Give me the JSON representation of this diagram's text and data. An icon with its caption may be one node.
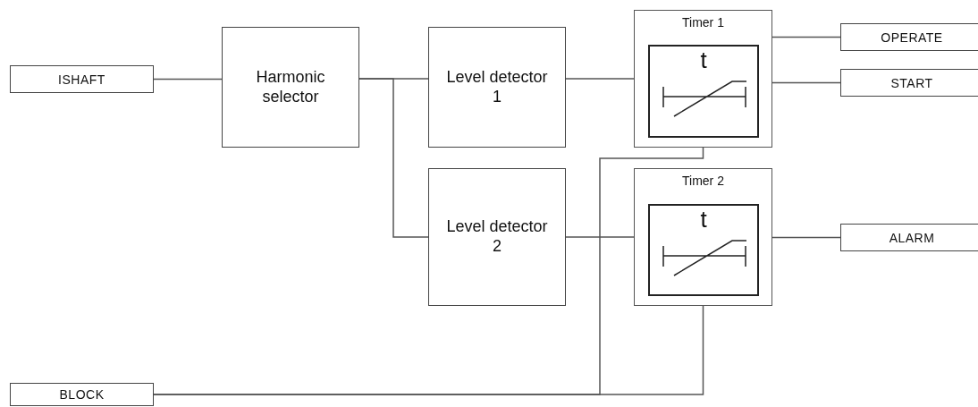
{
  "diagram": {
    "nodes": [
      {
        "text": [
          "ISHAFT"
        ]
      },
      {
        "text": [
          "Harmonic selector"
        ]
      },
      {
        "text": [
          "Level detector 1"
        ]
      },
      {
        "text": [
          "Level detector 2"
        ]
      },
      {
        "text": [
          "Timer 1"
        ]
      },
      {
        "text": [
          "t"
        ],
        "in": 4
      },
      {
        "text": [
          "Timer 2"
        ]
      },
      {
        "text": [
          "t"
        ],
        "in": 6
      },
      {
        "text": [
          "OPERATE"
        ]
      },
      {
        "text": [
          "START"
        ]
      },
      {
        "text": [
          "ALARM"
        ]
      },
      {
        "text": [
          "BLOCK"
        ]
      }
    ],
    "edges": [
      {
        "from": 0,
        "to": 1,
        "arrow": "none"
      },
      {
        "from": 1,
        "to": 2,
        "arrow": "none"
      },
      {
        "from": 1,
        "to": 3,
        "arrow": "none"
      },
      {
        "from": 2,
        "to": 4,
        "arrow": "none"
      },
      {
        "from": 3,
        "to": 6,
        "arrow": "none"
      },
      {
        "from": 4,
        "to": 8,
        "arrow": "none"
      },
      {
        "from": 4,
        "to": 9,
        "arrow": "none"
      },
      {
        "from": 6,
        "to": 10,
        "arrow": "none"
      },
      {
        "from": 11,
        "to": 4,
        "arrow": "none"
      },
      {
        "from": 11,
        "to": 6,
        "arrow": "none"
      }
    ]
  }
}
